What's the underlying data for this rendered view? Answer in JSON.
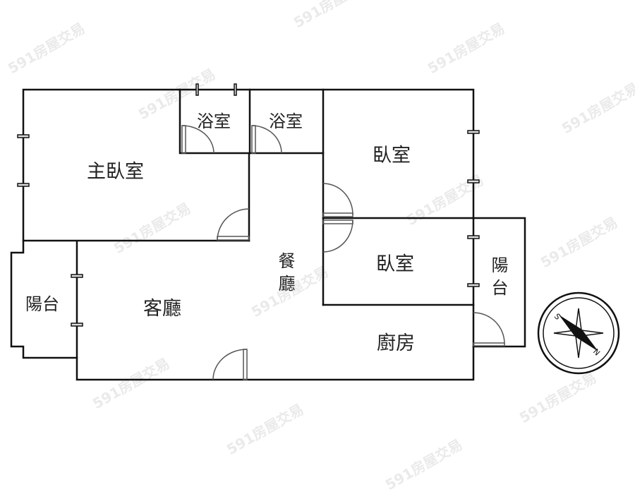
{
  "floorplan": {
    "rooms": {
      "master_bedroom": "主臥室",
      "bathroom_1": "浴室",
      "bathroom_2": "浴室",
      "bedroom_1": "臥室",
      "bedroom_2": "臥室",
      "dining": "餐廳",
      "living_room": "客廳",
      "kitchen": "廚房",
      "balcony_left": "陽台",
      "balcony_right": "陽台"
    },
    "compass": {
      "north_label": "N",
      "south_label": "S"
    },
    "colors": {
      "wall": "#111111",
      "door_arc": "#555555",
      "background": "#ffffff",
      "watermark": "#c8c8c8"
    }
  },
  "watermark": {
    "text": "591房屋交易"
  }
}
